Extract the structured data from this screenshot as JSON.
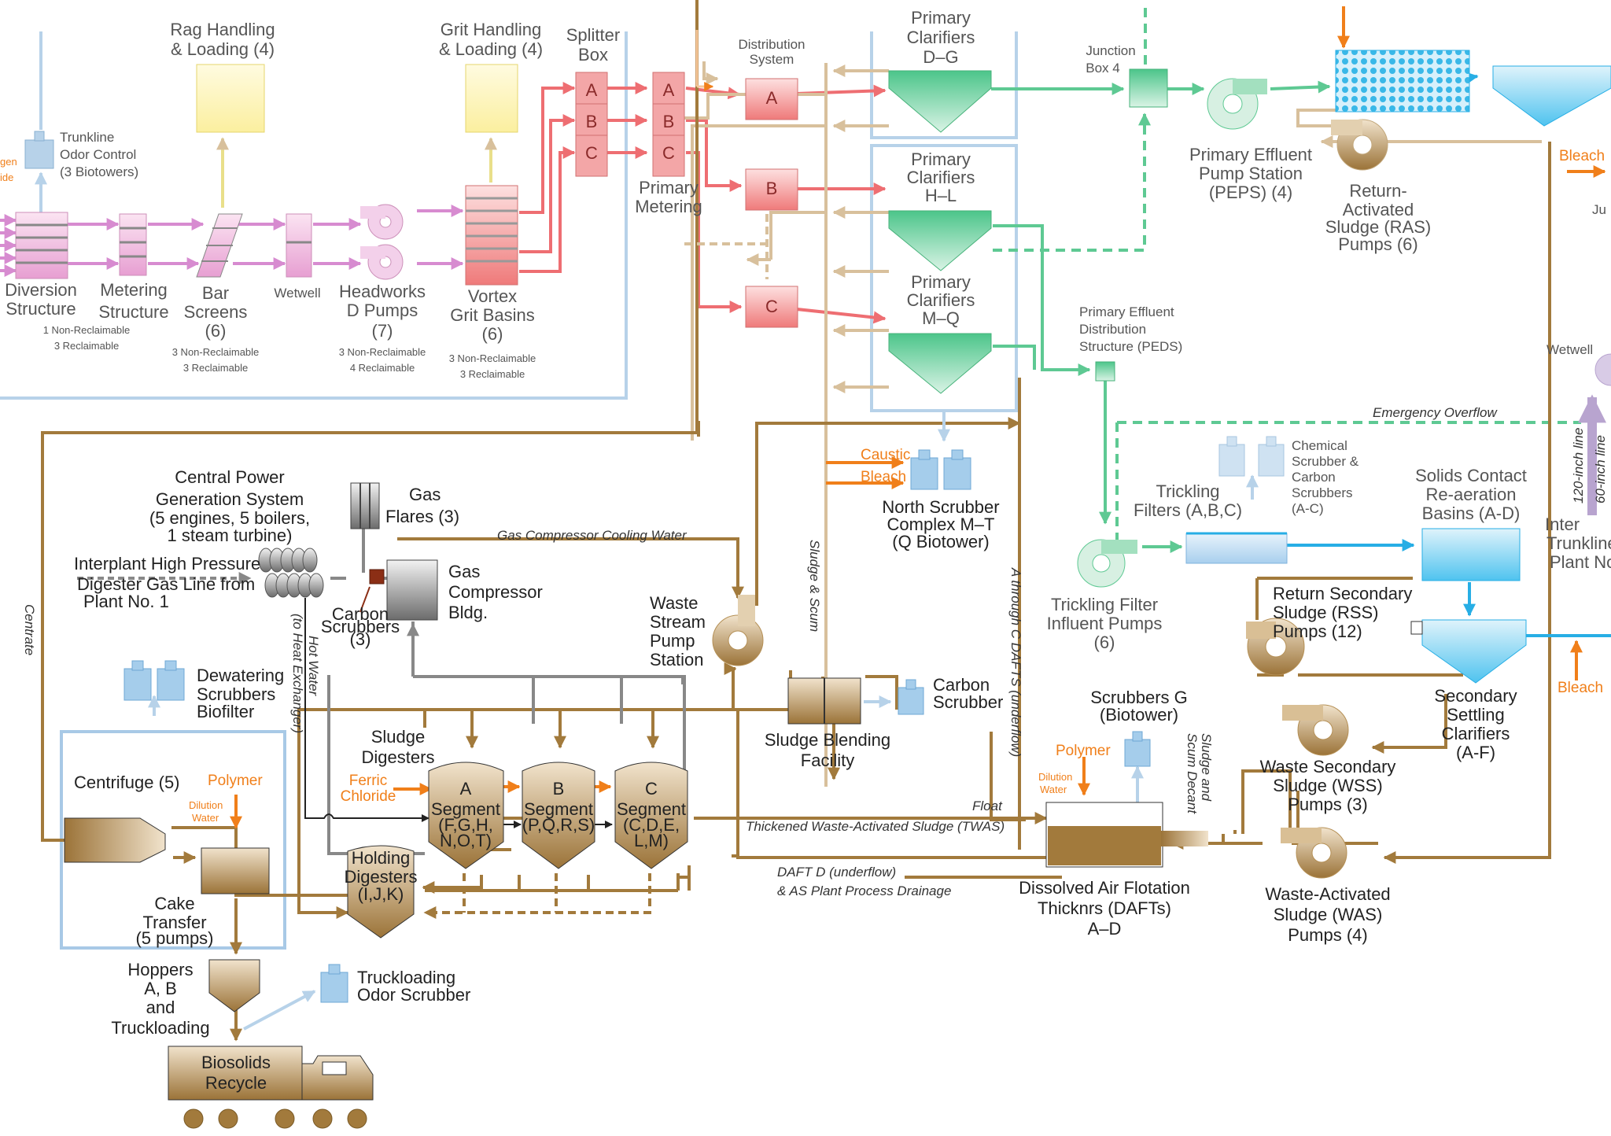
{
  "colors": {
    "pink_line": "#d78bd0",
    "red_line": "#ee6e72",
    "red_box": "#f3a6a7",
    "green_line": "#5ec993",
    "tan_line": "#d8c09c",
    "brown_line": "#a27a3c",
    "blue_line": "#b7d2e9",
    "cyan": "#27aee5",
    "orange": "#f07f1a",
    "grey_line": "#888888"
  },
  "labels": {
    "rag_1": "Rag Handling",
    "rag_2": "& Loading (4)",
    "grit_1": "Grit Handling",
    "grit_2": "& Loading (4)",
    "splitter_1": "Splitter",
    "splitter_2": "Box",
    "dist_1": "Distribution",
    "dist_2": "System",
    "pc_dg_1": "Primary",
    "pc_dg_2": "Clarifiers",
    "pc_dg_3": "D–G",
    "junction_1": "Junction",
    "junction_2": "Box 4",
    "trunkline_1": "Trunkline",
    "trunkline_2": "Odor Control",
    "trunkline_3": "(3 Biotowers)",
    "edge_gen_1": "gen",
    "edge_gen_2": "ide",
    "diversion_1": "Diversion",
    "diversion_2": "Structure",
    "diversion_3": "1 Non-Reclaimable",
    "diversion_4": "3 Reclaimable",
    "metering_1": "Metering",
    "metering_2": "Structure",
    "bar_1": "Bar",
    "bar_2": "Screens",
    "bar_3": "(6)",
    "bar_4": "3 Non-Reclaimable",
    "bar_5": "3 Reclaimable",
    "wetwell": "Wetwell",
    "headworks_1": "Headworks",
    "headworks_2": "D Pumps",
    "headworks_3": "(7)",
    "headworks_4": "3 Non-Reclaimable",
    "headworks_5": "4 Reclaimable",
    "vortex_1": "Vortex",
    "vortex_2": "Grit Basins",
    "vortex_3": "(6)",
    "vortex_4": "3 Non-Reclaimable",
    "vortex_5": "3 Reclaimable",
    "primary_metering_1": "Primary",
    "primary_metering_2": "Metering",
    "box_a": "A",
    "box_b": "B",
    "box_c": "C",
    "pc_hl_1": "Primary",
    "pc_hl_2": "Clarifiers",
    "pc_hl_3": "H–L",
    "pc_mq_1": "Primary",
    "pc_mq_2": "Clarifiers",
    "pc_mq_3": "M–Q",
    "peps_1": "Primary Effluent",
    "peps_2": "Pump Station",
    "peps_3": "(PEPS) (4)",
    "ras_1": "Return-",
    "ras_2": "Activated",
    "ras_3": "Sludge (RAS)",
    "ras_4": "Pumps (6)",
    "bleach_1": "Bleach",
    "edge_ju": "Ju",
    "peds_1": "Primary Effluent",
    "peds_2": "Distribution",
    "peds_3": "Structure (PEDS)",
    "edge_wetwell": "Wetwell",
    "emergency": "Emergency Overflow",
    "caustic": "Caustic",
    "bleach_2": "Bleach",
    "north_scrubber_1": "North Scrubber",
    "north_scrubber_2": "Complex M–T",
    "north_scrubber_3": "(Q Biotower)",
    "trickling_1": "Trickling",
    "trickling_2": "Filters (A,B,C)",
    "chem_scrub_1": "Chemical",
    "chem_scrub_2": "Scrubber &",
    "chem_scrub_3": "Carbon",
    "chem_scrub_4": "Scrubbers",
    "chem_scrub_5": "(A-C)",
    "solids_contact_1": "Solids Contact",
    "solids_contact_2": "Re-aeration",
    "solids_contact_3": "Basins (A-D)",
    "edge_120": "120-inch line",
    "edge_60": "60-inch line",
    "edge_inter_1": "Inter",
    "edge_inter_2": "Trunkline",
    "edge_inter_3": "Plant No",
    "tf_pumps_1": "Trickling Filter",
    "tf_pumps_2": "Influent Pumps",
    "tf_pumps_3": "(6)",
    "rss_1": "Return Secondary",
    "rss_2": "Sludge (RSS)",
    "rss_3": "Pumps (12)",
    "bleach_3": "Bleach",
    "ssc_1": "Secondary",
    "ssc_2": "Settling",
    "ssc_3": "Clarifiers",
    "ssc_4": "(A-F)",
    "wss_1": "Waste Secondary",
    "wss_2": "Sludge (WSS)",
    "wss_3": "Pumps (3)",
    "was_1": "Waste-Activated",
    "was_2": "Sludge (WAS)",
    "was_3": "Pumps (4)",
    "scrubbers_g_1": "Scrubbers G",
    "scrubbers_g_2": "(Biotower)",
    "polymer_1": "Polymer",
    "dilution_1": "Dilution",
    "water_1": "Water",
    "daft_1": "Dissolved Air Flotation",
    "daft_2": "Thicknrs (DAFTs)",
    "daft_3": "A–D",
    "sludge_decant_1": "Sludge and",
    "sludge_decant_2": "Scum Decant",
    "sludge_scum": "Sludge & Scum",
    "a_thru_c": "A through C DAFTS (underflow)",
    "central_1": "Central Power",
    "central_2": "Generation System",
    "central_3": "(5 engines, 5 boilers,",
    "central_4": "1 steam turbine)",
    "flares_1": "Gas",
    "flares_2": "Flares (3)",
    "interplant_1": "Interplant High Pressure",
    "interplant_2": "Digester Gas Line from",
    "interplant_3": "Plant No. 1",
    "gas_comp_1": "Gas",
    "gas_comp_2": "Compressor",
    "gas_comp_3": "Bldg.",
    "carbon_scrubbers_1": "Carbon",
    "carbon_scrubbers_2": "Scrubbers",
    "carbon_scrubbers_3": "(3)",
    "gas_cooling": "Gas Compressor Cooling Water",
    "waste_stream_1": "Waste",
    "waste_stream_2": "Stream",
    "waste_stream_3": "Pump",
    "waste_stream_4": "Station",
    "hot_water_1": "Hot Water",
    "hot_water_2": "(to Heat Exchanger)",
    "centrate": "Centrate",
    "dewatering_1": "Dewatering",
    "dewatering_2": "Scrubbers",
    "dewatering_3": "Biofilter",
    "sludge_blending_1": "Sludge Blending",
    "sludge_blending_2": "Facility",
    "carbon_scrubber_1": "Carbon",
    "carbon_scrubber_2": "Scrubber",
    "sludge_digesters_1": "Sludge",
    "sludge_digesters_2": "Digesters",
    "ferric_1": "Ferric",
    "ferric_2": "Chloride",
    "seg_a_1": "A",
    "seg_a_2": "Segment",
    "seg_a_3": "(F,G,H,",
    "seg_a_4": "N,O,T)",
    "seg_b_1": "B",
    "seg_b_2": "Segment",
    "seg_b_3": "(P,Q,R,S)",
    "seg_c_1": "C",
    "seg_c_2": "Segment",
    "seg_c_3": "(C,D,E,",
    "seg_c_4": "L,M)",
    "float": "Float",
    "twas": "Thickened Waste-Activated Sludge (TWAS)",
    "daftd_1": "DAFT D (underflow)",
    "daftd_2": "& AS Plant Process Drainage",
    "holding_1": "Holding",
    "holding_2": "Digesters",
    "holding_3": "(I,J,K)",
    "centrifuge": "Centrifuge (5)",
    "polymer_2": "Polymer",
    "dilution_2": "Dilution",
    "water_2": "Water",
    "cake_1": "Cake",
    "cake_2": "Transfer",
    "cake_3": "(5 pumps)",
    "hoppers_1": "Hoppers",
    "hoppers_2": "A, B",
    "hoppers_3": "and",
    "hoppers_4": "Truckloading",
    "truck_odor_1": "Truckloading",
    "truck_odor_2": "Odor Scrubber",
    "biosolids_1": "Biosolids",
    "biosolids_2": "Recycle"
  }
}
